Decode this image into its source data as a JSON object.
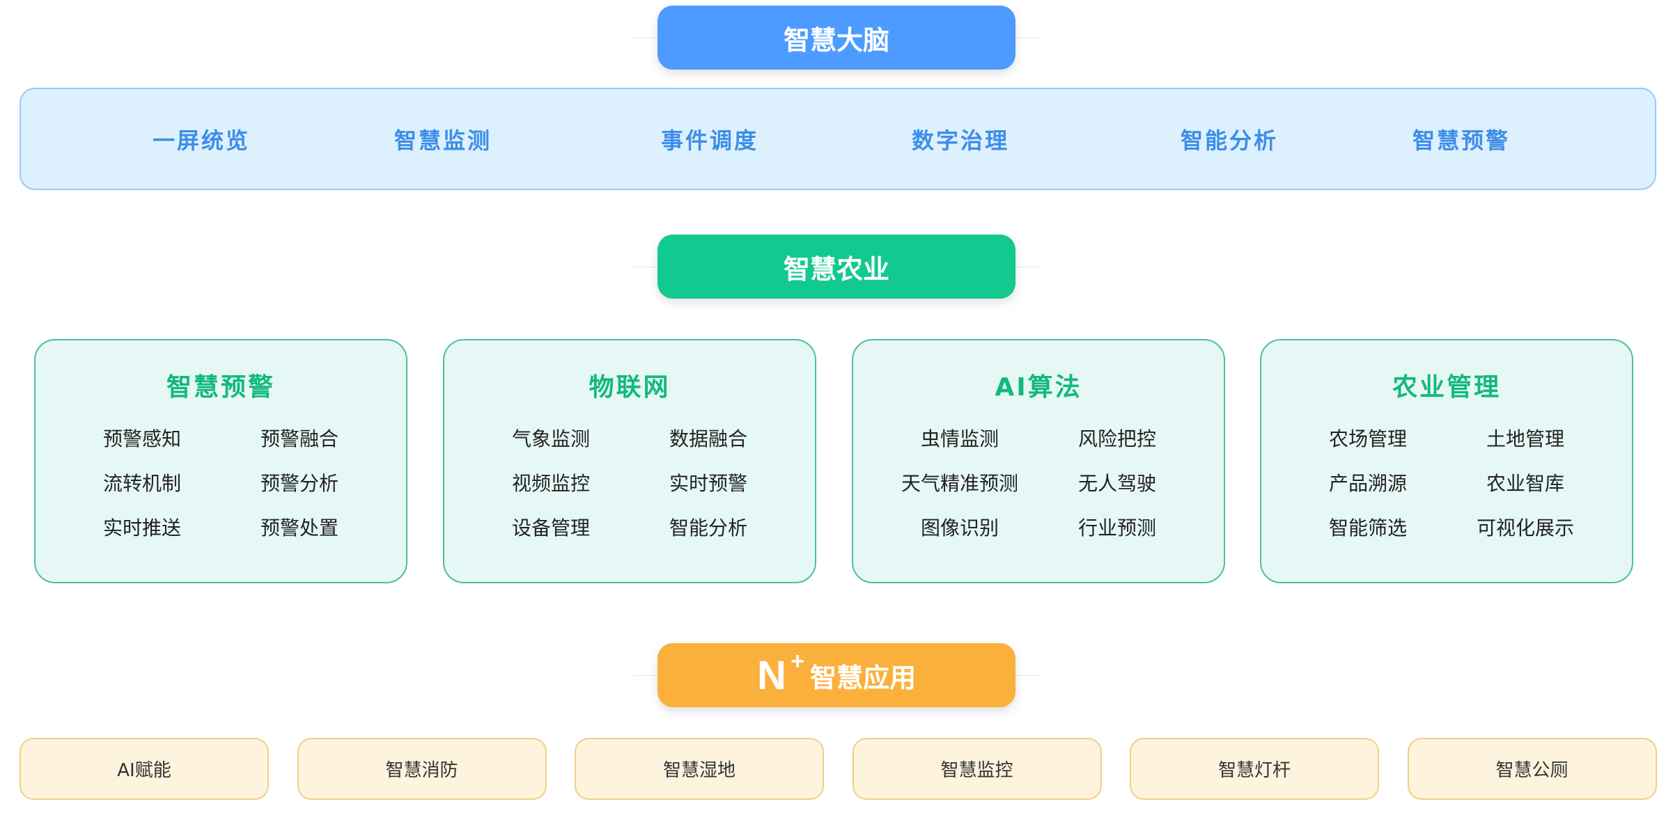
{
  "brain": {
    "title": "智慧大脑",
    "items": [
      "一屏统览",
      "智慧监测",
      "事件调度",
      "数字治理",
      "智能分析",
      "智慧预警"
    ]
  },
  "agri": {
    "title": "智慧农业",
    "cards": [
      {
        "title": "智慧预警",
        "items": [
          "预警感知",
          "预警融合",
          "流转机制",
          "预警分析",
          "实时推送",
          "预警处置"
        ]
      },
      {
        "title": "物联网",
        "items": [
          "气象监测",
          "数据融合",
          "视频监控",
          "实时预警",
          "设备管理",
          "智能分析"
        ]
      },
      {
        "title": "AI算法",
        "items": [
          "虫情监测",
          "风险把控",
          "天气精准预测",
          "无人驾驶",
          "图像识别",
          "行业预测"
        ]
      },
      {
        "title": "农业管理",
        "items": [
          "农场管理",
          "土地管理",
          "产品溯源",
          "农业智库",
          "智能筛选",
          "可视化展示"
        ]
      }
    ]
  },
  "apps": {
    "prefix": "N",
    "sup": "+",
    "title": "智慧应用",
    "items": [
      "AI赋能",
      "智慧消防",
      "智慧湿地",
      "智慧监控",
      "智慧灯杆",
      "智慧公厕"
    ]
  },
  "colors": {
    "blue": "#4d9bff",
    "green": "#12c98f",
    "orange": "#fbb03b"
  }
}
